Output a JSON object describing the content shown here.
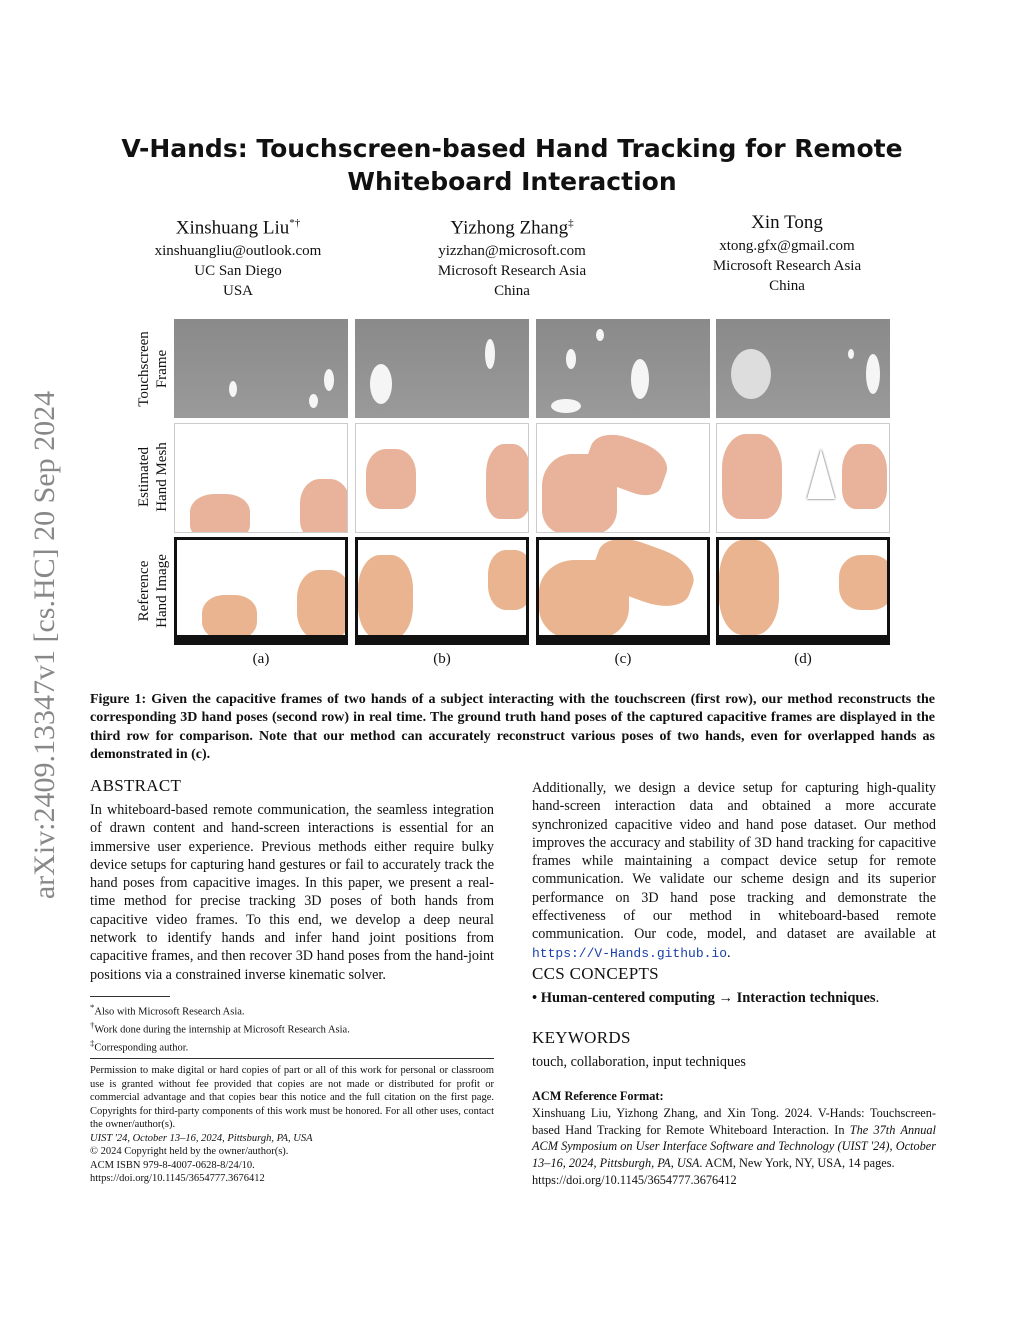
{
  "sidebar": {
    "arxiv_id": "arXiv:2409.13347v1  [cs.HC]  20 Sep 2024"
  },
  "title": "V-Hands: Touchscreen-based Hand Tracking for Remote Whiteboard Interaction",
  "authors": [
    {
      "name": "Xinshuang Liu",
      "marks": "*†",
      "email": "xinshuangliu@outlook.com",
      "affiliation": "UC San Diego",
      "country": "USA"
    },
    {
      "name": "Yizhong Zhang",
      "marks": "‡",
      "email": "yizzhan@microsoft.com",
      "affiliation": "Microsoft Research Asia",
      "country": "China"
    },
    {
      "name": "Xin Tong",
      "marks": "",
      "email": "xtong.gfx@gmail.com",
      "affiliation": "Microsoft Research Asia",
      "country": "China"
    }
  ],
  "figure": {
    "row_labels": [
      [
        "Touchscreen",
        "Frame"
      ],
      [
        "Estimated",
        "Hand Mesh"
      ],
      [
        "Reference",
        "Hand Image"
      ]
    ],
    "subfigures": [
      "(a)",
      "(b)",
      "(c)",
      "(d)"
    ],
    "caption": "Figure 1: Given the capacitive frames of two hands of a subject interacting with the touchscreen (first row), our method reconstructs the corresponding 3D hand poses (second row) in real time. The ground truth hand poses of the captured capacitive frames are displayed in the third row for comparison. Note that our method can accurately reconstruct various poses of two hands, even for overlapped hands as demonstrated in (c)."
  },
  "abstract": {
    "heading": "ABSTRACT",
    "text": "In whiteboard-based remote communication, the seamless integration of drawn content and hand-screen interactions is essential for an immersive user experience. Previous methods either require bulky device setups for capturing hand gestures or fail to accurately track the hand poses from capacitive images. In this paper, we present a real-time method for precise tracking 3D poses of both hands from capacitive video frames. To this end, we develop a deep neural network to identify hands and infer hand joint positions from capacitive frames, and then recover 3D hand poses from the hand-joint positions via a constrained inverse kinematic solver.",
    "text2": "Additionally, we design a device setup for capturing high-quality hand-screen interaction data and obtained a more accurate synchronized capacitive video and hand pose dataset. Our method improves the accuracy and stability of 3D hand tracking for capacitive frames while maintaining a compact device setup for remote communication. We validate our scheme design and its superior performance on 3D hand pose tracking and demonstrate the effectiveness of our method in whiteboard-based remote communication. Our code, model, and dataset are available at",
    "link": "https://V-Hands.github.io",
    "end": "."
  },
  "footnotes": [
    "Also with  Microsoft Research Asia.",
    "Work done during the internship at Microsoft Research Asia.",
    "Corresponding author."
  ],
  "footnote_marks": [
    "*",
    "†",
    "‡"
  ],
  "permission": {
    "text": "Permission to make digital or hard copies of part or all of this work for personal or classroom use is granted without fee provided that copies are not made or distributed for profit or commercial advantage and that copies bear this notice and the full citation on the first page. Copyrights for third-party components of this work must be honored. For all other uses, contact the owner/author(s).",
    "venue": "UIST '24, October 13–16, 2024, Pittsburgh, PA, USA",
    "copyright": "© 2024 Copyright held by the owner/author(s).",
    "isbn": "ACM ISBN 979-8-4007-0628-8/24/10.",
    "doi": "https://doi.org/10.1145/3654777.3676412"
  },
  "ccs": {
    "heading": "CCS CONCEPTS",
    "bullet": "•",
    "a": "Human-centered computing",
    "arrow": "→",
    "b": "Interaction techniques",
    "end": "."
  },
  "keywords": {
    "heading": "KEYWORDS",
    "text": "touch, collaboration, input techniques"
  },
  "acm_ref": {
    "heading": "ACM Reference Format:",
    "p1": "Xinshuang Liu, Yizhong Zhang, and Xin Tong. 2024. V-Hands: Touchscreen-based Hand Tracking for Remote Whiteboard Interaction. In ",
    "venue": "The 37th Annual ACM Symposium on User Interface Software and Technology (UIST '24), October 13–16, 2024, Pittsburgh, PA, USA",
    "p2": ". ACM, New York, NY, USA, 14 pages.",
    "doi": "https://doi.org/10.1145/3654777.3676412"
  }
}
